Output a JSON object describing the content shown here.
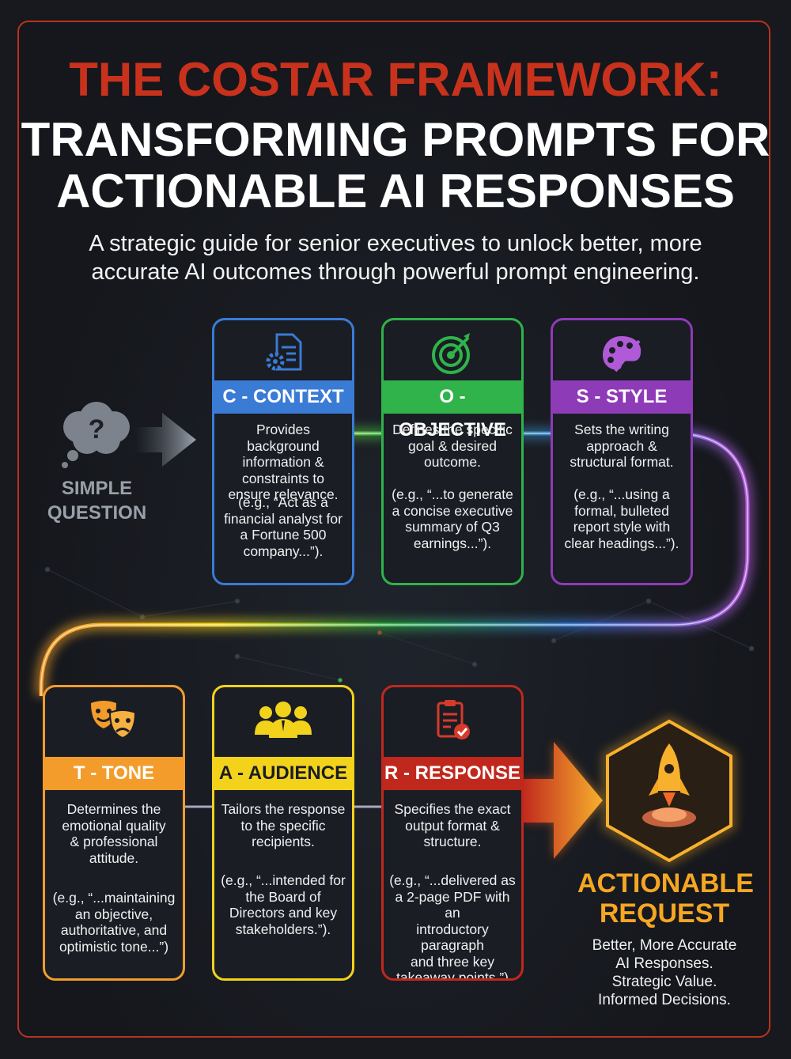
{
  "title": {
    "line1": "THE COSTAR FRAMEWORK:",
    "line2": "TRANSFORMING PROMPTS FOR",
    "line3": "ACTIONABLE AI RESPONSES"
  },
  "subtitle": {
    "line1": "A strategic guide for senior executives to unlock better, more",
    "line2": "accurate AI outcomes through powerful prompt engineering."
  },
  "start": {
    "icon": "question-bubble-icon",
    "line1": "SIMPLE",
    "line2": "QUESTION"
  },
  "steps": [
    {
      "key": "context",
      "icon": "document-gear-icon",
      "color": "#3a7bd5",
      "title": "C - CONTEXT",
      "desc": [
        "Provides background",
        "information &",
        "constraints to",
        "ensure relevance."
      ],
      "example": [
        "(e.g., “Act as a",
        "financial analyst for",
        "a Fortune 500",
        "company...”)."
      ]
    },
    {
      "key": "objective",
      "icon": "target-icon",
      "color": "#2fb34a",
      "title": "O - OBJECTIVE",
      "desc": [
        "Defines the specific",
        "goal & desired",
        "outcome."
      ],
      "example": [
        "(e.g., “...to generate",
        "a concise executive",
        "summary of Q3",
        "earnings...”)."
      ]
    },
    {
      "key": "style",
      "icon": "palette-icon",
      "color": "#8e3bb8",
      "title": "S - STYLE",
      "desc": [
        "Sets the writing",
        "approach &",
        "structural format."
      ],
      "example": [
        "(e.g., “...using a",
        "formal, bulleted",
        "report style with",
        "clear headings...”)."
      ]
    },
    {
      "key": "tone",
      "icon": "theater-masks-icon",
      "color": "#f39c2c",
      "title": "T - TONE",
      "desc": [
        "Determines the",
        "emotional quality",
        "& professional",
        "attitude."
      ],
      "example": [
        "(e.g., “...maintaining",
        "an objective,",
        "authoritative, and",
        "optimistic tone...”)"
      ]
    },
    {
      "key": "audience",
      "icon": "people-group-icon",
      "color": "#f2d21b",
      "title": "A - AUDIENCE",
      "desc": [
        "Tailors the response",
        "to the specific",
        "recipients."
      ],
      "example": [
        "(e.g., “...intended for",
        "the Board of",
        "Directors and key",
        "stakeholders.”)."
      ]
    },
    {
      "key": "response",
      "icon": "clipboard-check-icon",
      "color": "#c0281d",
      "title": "R - RESPONSE",
      "desc": [
        "Specifies the exact",
        "output format &",
        "structure."
      ],
      "example": [
        "(e.g., “...delivered as",
        "a 2-page PDF with an",
        "introductory paragraph",
        "and three key",
        "takeaway points.”)"
      ]
    }
  ],
  "final": {
    "icon": "rocket-icon",
    "title_line1": "ACTIONABLE",
    "title_line2": "REQUEST",
    "lines": [
      "Better, More Accurate",
      "AI Responses.",
      "Strategic Value.",
      "Informed Decisions."
    ]
  }
}
